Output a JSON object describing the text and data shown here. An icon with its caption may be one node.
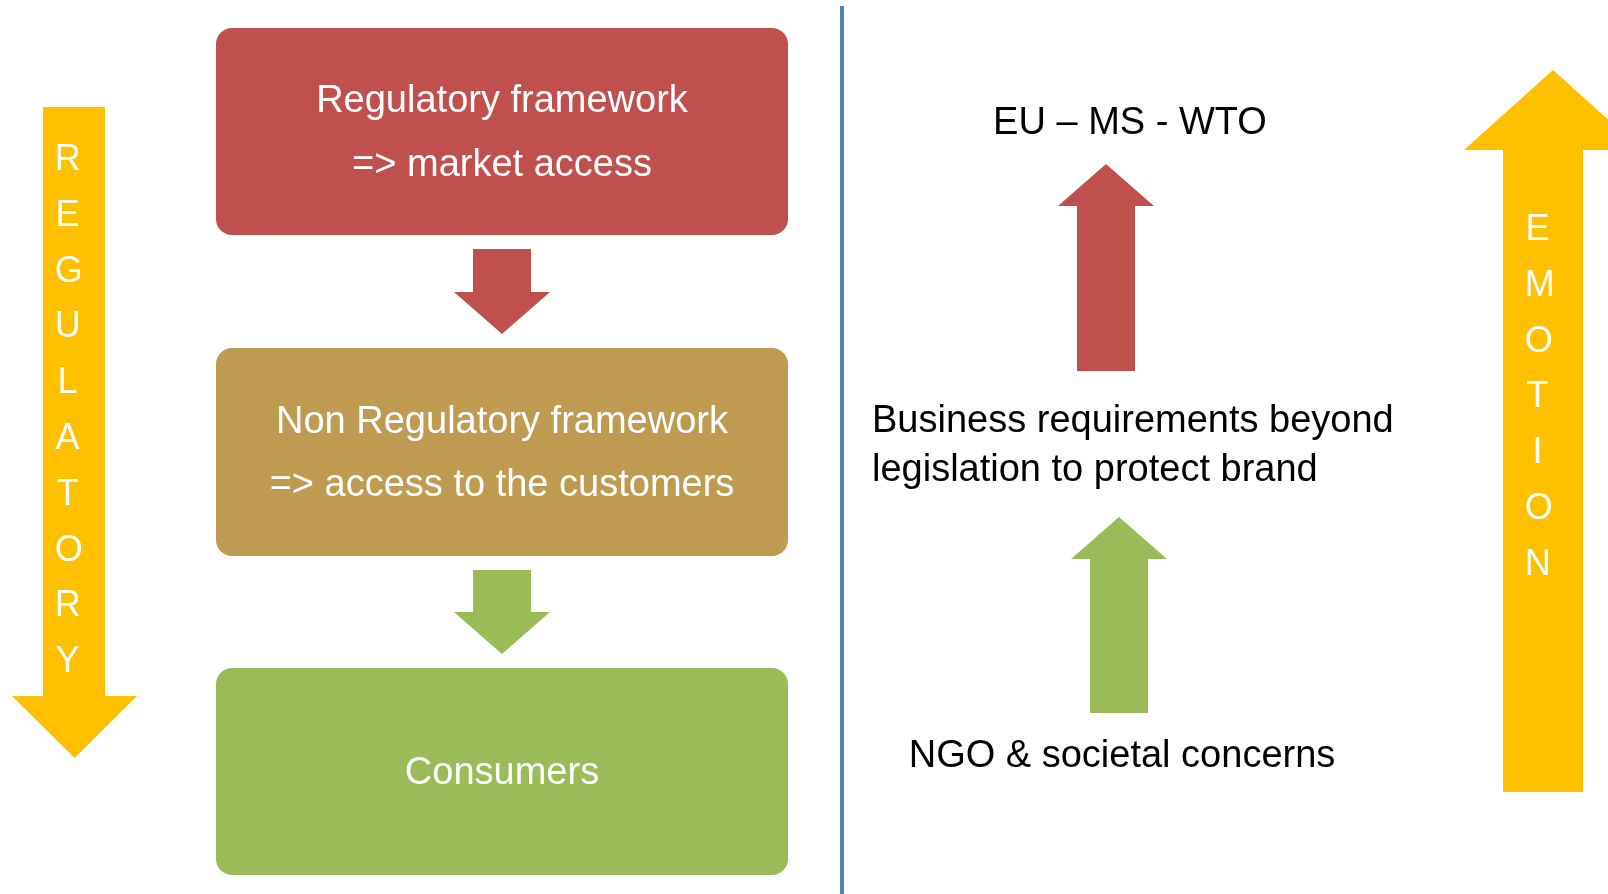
{
  "diagram": {
    "nodes": [
      {
        "text": [
          "Regulatory framework",
          "=> market access"
        ]
      },
      {
        "text": [
          "Non Regulatory framework",
          "=> access to the customers"
        ]
      },
      {
        "text": [
          "Consumers"
        ]
      },
      {
        "text": [
          "EU – MS - WTO"
        ]
      },
      {
        "text": [
          "Business requirements beyond legislation to protect brand"
        ]
      },
      {
        "text": [
          "NGO & societal concerns"
        ]
      }
    ],
    "edges": [
      {
        "from": 0,
        "to": 1,
        "arrow": "to",
        "color": "#c0504d"
      },
      {
        "from": 1,
        "to": 2,
        "arrow": "to",
        "color": "#9bbb59"
      },
      {
        "from": 4,
        "to": 3,
        "arrow": "to",
        "color": "#c0504d"
      },
      {
        "from": 5,
        "to": 4,
        "arrow": "to",
        "color": "#9bbb59"
      }
    ],
    "labels": [
      "REGULATORY",
      "EMOTION"
    ]
  }
}
